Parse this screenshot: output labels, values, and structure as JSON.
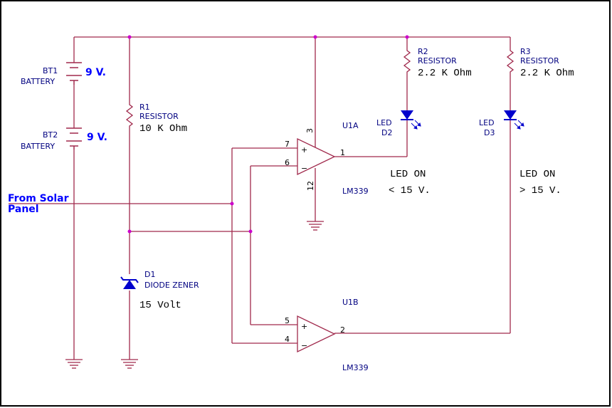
{
  "colors": {
    "wire": "#a0294c",
    "component": "#a0294c",
    "junction": "#cc00cc",
    "led": "#0000cc",
    "zener": "#0000cc",
    "label": "#000080",
    "border": "#000000"
  },
  "batteries": [
    {
      "ref": "BT1",
      "type": "BATTERY",
      "voltage": "9 V."
    },
    {
      "ref": "BT2",
      "type": "BATTERY",
      "voltage": "9 V."
    }
  ],
  "resistors": [
    {
      "ref": "R1",
      "type": "RESISTOR",
      "value": "10 K Ohm"
    },
    {
      "ref": "R2",
      "type": "RESISTOR",
      "value": "2.2 K Ohm"
    },
    {
      "ref": "R3",
      "type": "RESISTOR",
      "value": "2.2 K Ohm"
    }
  ],
  "leds": [
    {
      "type": "LED",
      "ref": "D2",
      "note_line1": "LED ON",
      "note_line2": "< 15 V."
    },
    {
      "type": "LED",
      "ref": "D3",
      "note_line1": "LED ON",
      "note_line2": "> 15 V."
    }
  ],
  "zener": {
    "ref": "D1",
    "type": "DIODE ZENER",
    "value": "15 Volt"
  },
  "opamps": [
    {
      "ref": "U1A",
      "part": "LM339",
      "pin_plus": "7",
      "pin_minus": "6",
      "pin_out": "1",
      "pin_vcc": "3",
      "pin_gnd": "12"
    },
    {
      "ref": "U1B",
      "part": "LM339",
      "pin_plus": "5",
      "pin_minus": "4",
      "pin_out": "2"
    }
  ],
  "input": {
    "line1": "From Solar",
    "line2": "Panel"
  },
  "symbols": {
    "plus": "+",
    "minus": "−"
  }
}
